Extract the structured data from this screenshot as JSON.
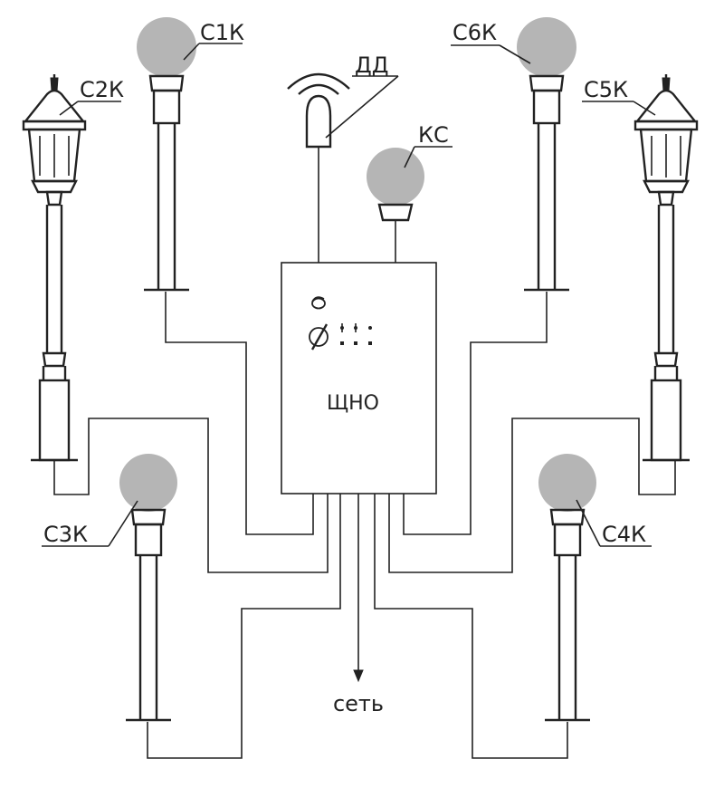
{
  "labels": {
    "c1k": "С1К",
    "c2k": "С2К",
    "c3k": "С3К",
    "c4k": "С4К",
    "c5k": "С5К",
    "c6k": "С6К",
    "dd": "ДД",
    "ks": "КС",
    "panel": "ЩНО",
    "mains": "сеть"
  }
}
